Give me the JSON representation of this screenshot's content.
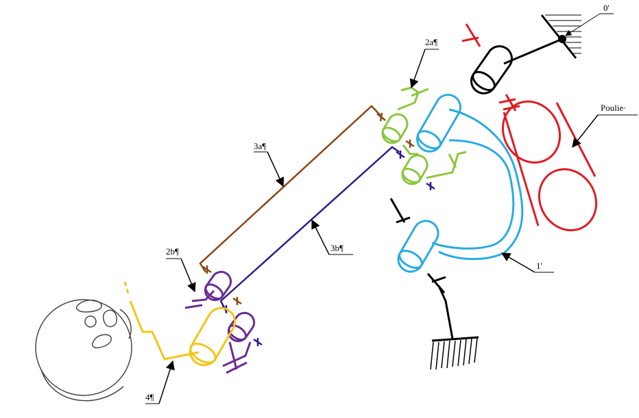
{
  "labels": {
    "l0": "0'",
    "l2a": "2a¶",
    "poulie": "Poulie·",
    "l3a": "3a¶",
    "l3b": "3b¶",
    "l2b": "2b¶",
    "l1": "1'",
    "l4": "4¶"
  },
  "colors": {
    "link0": "#000000",
    "pulley": "#e11b22",
    "link1": "#29abe2",
    "link2a": "#8cc63f",
    "link3a": "#8b4513",
    "link3b": "#2e1a8f",
    "link2b": "#6a2c91",
    "link4": "#f5c518",
    "head": "#444444"
  }
}
